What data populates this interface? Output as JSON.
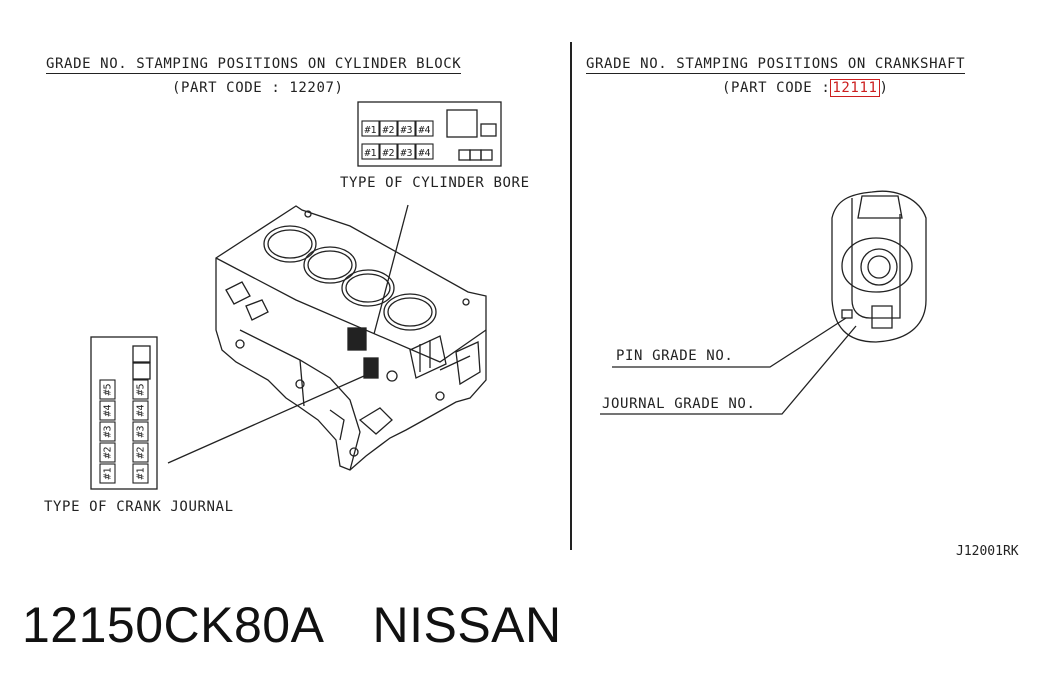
{
  "left_panel": {
    "title": "GRADE NO. STAMPING POSITIONS ON CYLINDER BLOCK",
    "part_code": "(PART CODE : 12207)",
    "cylinder_bore_label": "TYPE OF CYLINDER BORE",
    "crank_journal_label": "TYPE OF CRANK JOURNAL",
    "bore_stamps_row1": [
      "#1",
      "#2",
      "#3",
      "#4"
    ],
    "bore_stamps_row2": [
      "#1",
      "#2",
      "#3",
      "#4"
    ],
    "journal_stamps": [
      "#5",
      "#4",
      "#3",
      "#2",
      "#1"
    ]
  },
  "right_panel": {
    "title": "GRADE NO. STAMPING POSITIONS ON CRANKSHAFT",
    "part_code_prefix": "(PART CODE :",
    "part_code_value": "12111",
    "part_code_suffix": ")",
    "pin_grade_label": "PIN GRADE NO.",
    "journal_grade_label": "JOURNAL GRADE NO."
  },
  "reference_code": "J12001RK",
  "footer": {
    "part_number": "12150CK80A",
    "brand": "NISSAN"
  },
  "colors": {
    "line": "#222222",
    "highlight": "#cc1f1f"
  }
}
